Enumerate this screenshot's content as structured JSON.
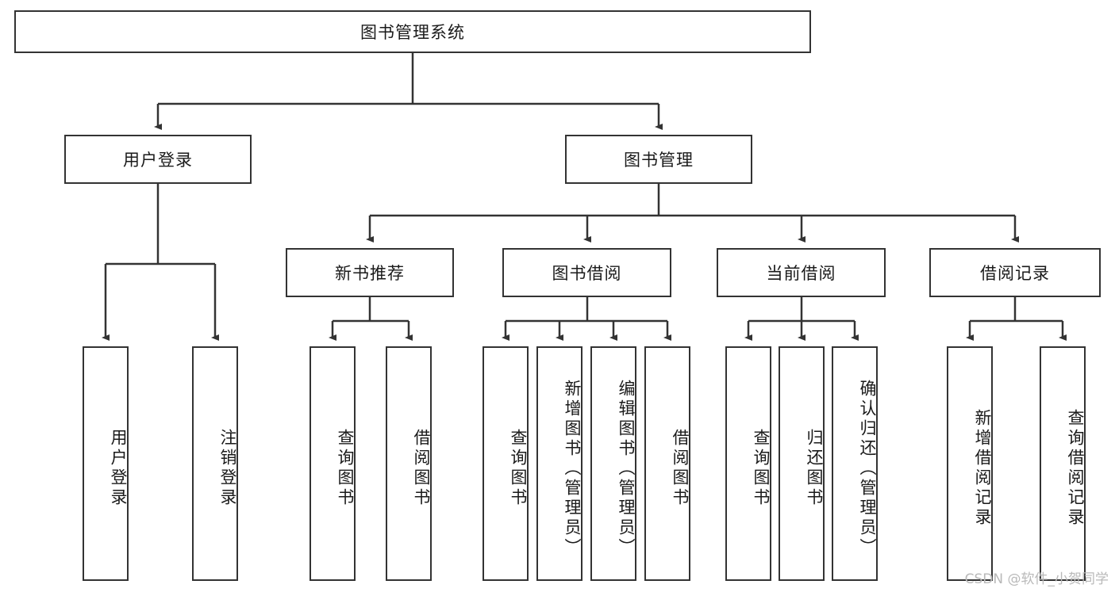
{
  "diagram": {
    "title": "图书管理系统",
    "type": "hierarchy-tree",
    "background_color": "#ffffff",
    "border_color": "#333333",
    "text_color": "#1a1a1a"
  },
  "root": {
    "label": "图书管理系统"
  },
  "level2": [
    {
      "label": "用户登录"
    },
    {
      "label": "图书管理"
    }
  ],
  "level3": [
    {
      "label": "新书推荐"
    },
    {
      "label": "图书借阅"
    },
    {
      "label": "当前借阅"
    },
    {
      "label": "借阅记录"
    }
  ],
  "leaves": {
    "user_login": [
      {
        "label": "用户登录"
      },
      {
        "label": "注销登录"
      }
    ],
    "new_book": [
      {
        "label": "查询图书"
      },
      {
        "label": "借阅图书"
      }
    ],
    "book_borrow": [
      {
        "label": "查询图书"
      },
      {
        "label": "新增图书（管理员）"
      },
      {
        "label": "编辑图书（管理员）"
      },
      {
        "label": "借阅图书"
      }
    ],
    "current_borrow": [
      {
        "label": "查询图书"
      },
      {
        "label": "归还图书"
      },
      {
        "label": "确认归还（管理员）"
      }
    ],
    "borrow_record": [
      {
        "label": "新增借阅记录"
      },
      {
        "label": "查询借阅记录"
      }
    ]
  },
  "watermark": {
    "text": "CSDN @软件_小贺同学"
  }
}
